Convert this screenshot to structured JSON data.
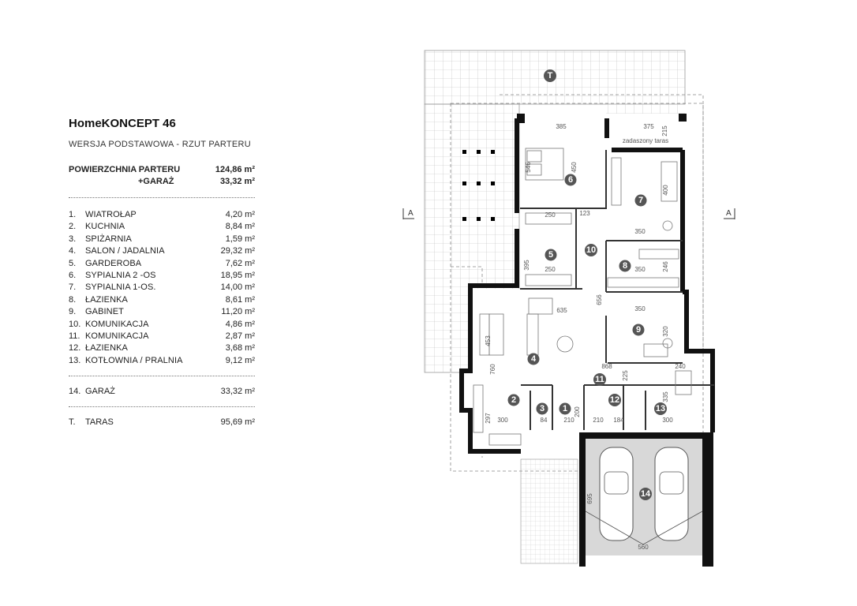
{
  "header": {
    "title": "HomeKONCEPT 46",
    "subtitle": "WERSJA  PODSTAWOWA  -   RZUT PARTERU"
  },
  "summary": {
    "floor_label": "POWIERZCHNIA PARTERU",
    "floor_value": "124,86 m²",
    "garage_label": "+GARAŻ",
    "garage_value": "33,32 m²"
  },
  "rooms": [
    {
      "no": "1.",
      "name": "WIATROŁAP",
      "area": "4,20 m²"
    },
    {
      "no": "2.",
      "name": "KUCHNIA",
      "area": "8,84 m²"
    },
    {
      "no": "3.",
      "name": "SPIŻARNIA",
      "area": "1,59 m²"
    },
    {
      "no": "4.",
      "name": "SALON / JADALNIA",
      "area": "29,32 m²"
    },
    {
      "no": "5.",
      "name": "GARDEROBA",
      "area": "7,62 m²"
    },
    {
      "no": "6.",
      "name": "SYPIALNIA 2 -OS",
      "area": "18,95 m²"
    },
    {
      "no": "7.",
      "name": "SYPIALNIA 1-OS.",
      "area": "14,00 m²"
    },
    {
      "no": "8.",
      "name": "ŁAZIENKA",
      "area": "8,61 m²"
    },
    {
      "no": "9.",
      "name": "GABINET",
      "area": "11,20 m²"
    },
    {
      "no": "10.",
      "name": "KOMUNIKACJA",
      "area": "4,86 m²"
    },
    {
      "no": "11.",
      "name": "KOMUNIKACJA",
      "area": "2,87 m²"
    },
    {
      "no": "12.",
      "name": "ŁAZIENKA",
      "area": "3,68 m²"
    },
    {
      "no": "13.",
      "name": "KOTŁOWNIA / PRALNIA",
      "area": "9,12 m²"
    }
  ],
  "garage_row": {
    "no": "14.",
    "name": "GARAŻ",
    "area": "33,32 m²"
  },
  "terrace_row": {
    "no": "T.",
    "name": "TARAS",
    "area": "95,69 m²"
  },
  "plan": {
    "terrace_marker": "T",
    "section_left": "A",
    "section_right": "A",
    "room_markers": [
      "1",
      "2",
      "3",
      "4",
      "5",
      "6",
      "7",
      "8",
      "9",
      "10",
      "11",
      "12",
      "13",
      "14"
    ],
    "dimensions": [
      "385",
      "375",
      "215",
      "450",
      "546",
      "400",
      "250",
      "123",
      "350",
      "350",
      "246",
      "395",
      "250",
      "635",
      "656",
      "350",
      "320",
      "453",
      "868",
      "240",
      "225",
      "335",
      "760",
      "297",
      "300",
      "84",
      "210",
      "200",
      "210",
      "184",
      "300",
      "695",
      "560"
    ],
    "covered_terrace_label": "zadaszony taras"
  }
}
